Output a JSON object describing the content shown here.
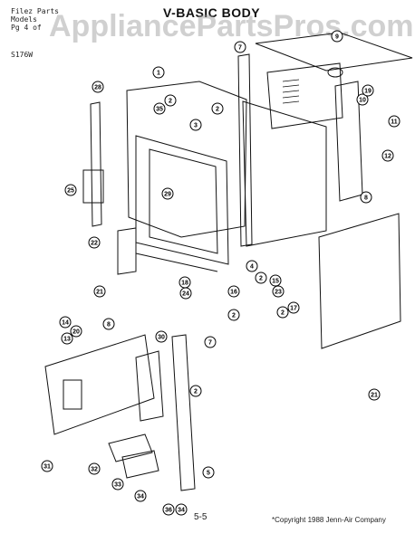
{
  "header": {
    "line1": "Filez Parts",
    "line2": "Models",
    "line3": "Pg 4 of",
    "model": "S176W"
  },
  "title": "V-BASIC BODY",
  "watermark": "AppliancePartsPros.com",
  "footer": {
    "page": "5-5",
    "copyright": "*Copyright 1988 Jenn-Air Company"
  },
  "callouts": [
    "9",
    "7",
    "1",
    "28",
    "35",
    "2",
    "3",
    "2",
    "10",
    "19",
    "11",
    "12",
    "25",
    "29",
    "8",
    "22",
    "4",
    "2",
    "15",
    "23",
    "18",
    "24",
    "16",
    "21",
    "17",
    "2",
    "2",
    "14",
    "20",
    "13",
    "8",
    "30",
    "7",
    "2",
    "31",
    "32",
    "33",
    "34",
    "5",
    "36",
    "34",
    "21"
  ]
}
